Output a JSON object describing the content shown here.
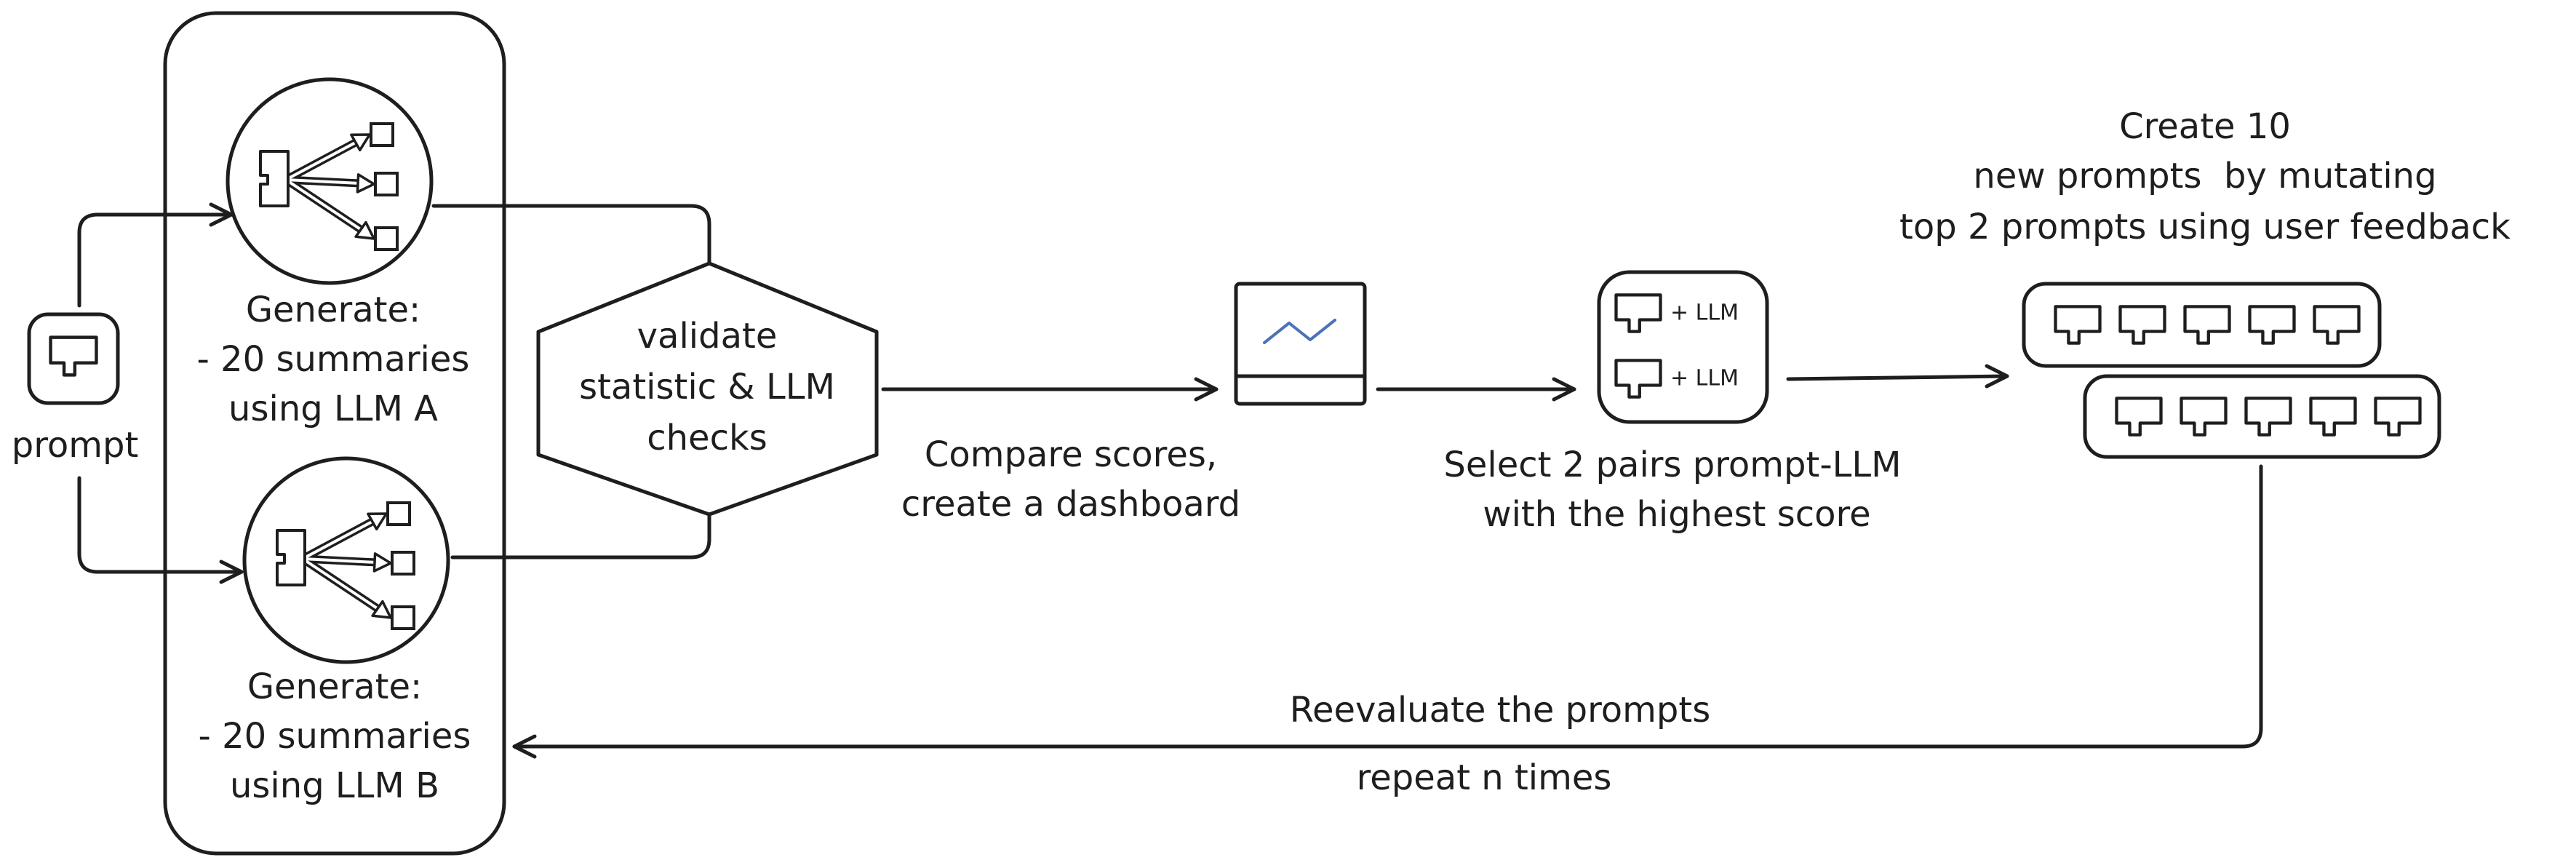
{
  "diagram": {
    "prompt_node": {
      "icon": "prompt-icon",
      "label": "prompt"
    },
    "generator_a": {
      "icon": "fanout-icon",
      "lines": [
        "Generate:",
        "- 20 summaries",
        "using LLM A"
      ]
    },
    "generator_b": {
      "icon": "fanout-icon",
      "lines": [
        "Generate:",
        "- 20 summaries",
        "using LLM B"
      ]
    },
    "validation": {
      "lines": [
        "validate",
        "statistic & LLM",
        "checks"
      ]
    },
    "dashboard": {
      "icon": "dashboard-chart-icon",
      "lines": [
        "Compare scores,",
        "create a dashboard"
      ]
    },
    "selection": {
      "pairs": [
        {
          "icon": "prompt-icon",
          "label": "+ LLM"
        },
        {
          "icon": "prompt-icon",
          "label": "+ LLM"
        }
      ],
      "lines": [
        "Select 2 pairs prompt-LLM",
        "with the highest score"
      ]
    },
    "mutation": {
      "icon": "prompt-icon",
      "lines": [
        "Create 10",
        "new prompts  by mutating",
        "top 2 prompts using user feedback"
      ]
    },
    "loop": {
      "lines": [
        "Reevaluate the prompts",
        "repeat n times"
      ]
    }
  },
  "colors": {
    "background": "#ffffff",
    "stroke": "#1e1e1e",
    "chart_line": "#4a72b8"
  }
}
